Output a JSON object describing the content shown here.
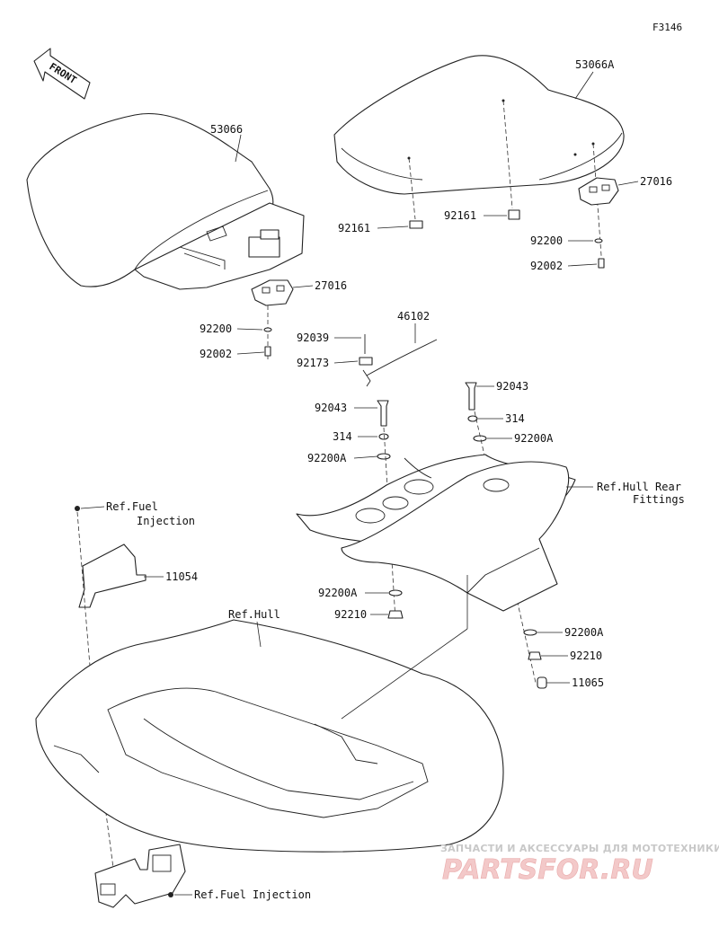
{
  "figure_code": "F3146",
  "front_label": "FRONT",
  "watermark": {
    "line1": "ЗАПЧАСТИ И АКСЕССУАРЫ ДЛЯ МОТОТЕХНИКИ",
    "line2": "PARTSFOR.RU"
  },
  "labels": {
    "seat_front": "53066",
    "seat_rear": "53066A",
    "latch_left": "27016",
    "latch_right": "27016",
    "washer_left": "92200",
    "bolt_left": "92002",
    "washer_right": "92200",
    "bolt_right": "92002",
    "hook_left": "92161",
    "hook_mid": "92161",
    "rod": "46102",
    "pin": "92039",
    "clamp": "92173",
    "bolt_left_pad": "92043",
    "bolt_right_pad": "92043",
    "collar_left": "314",
    "collar_right": "314",
    "washer_a_left_top": "92200A",
    "washer_a_right_top": "92200A",
    "washer_a_left_bot": "92200A",
    "washer_a_right_bot": "92200A",
    "nut_left": "92210",
    "nut_right": "92210",
    "cap": "11065",
    "bracket": "11054",
    "ref_fuel_top_1": "Ref.Fuel",
    "ref_fuel_top_2": "Injection",
    "ref_hull_rear_1": "Ref.Hull Rear",
    "ref_hull_rear_2": "Fittings",
    "ref_hull": "Ref.Hull",
    "ref_fuel_bottom": "Ref.Fuel Injection"
  }
}
